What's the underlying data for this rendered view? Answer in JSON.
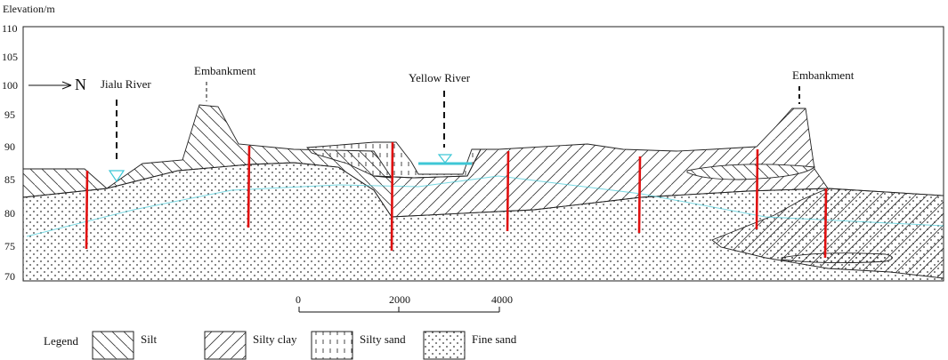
{
  "y_axis": {
    "title": "Elevation/m",
    "ticks": [
      "110",
      "105",
      "100",
      "95",
      "90",
      "85",
      "80",
      "75",
      "70"
    ]
  },
  "labels": {
    "north": "N",
    "jialu_river": "Jialu River",
    "embankment_left": "Embankment",
    "yellow_river": "Yellow River",
    "embankment_right": "Embankment"
  },
  "scale_bar": {
    "ticks": [
      "0",
      "2000",
      "4000"
    ]
  },
  "legend": {
    "title": "Legend",
    "items": [
      {
        "name": "Silt",
        "pattern": "backslash-hatch"
      },
      {
        "name": "Silty clay",
        "pattern": "slash-hatch"
      },
      {
        "name": "Silty sand",
        "pattern": "vertical-dashes"
      },
      {
        "name": "Fine sand",
        "pattern": "dots"
      }
    ]
  },
  "colors": {
    "boreholes": "#e01010",
    "water_table": "#3ec7d6",
    "outline": "#222222"
  }
}
